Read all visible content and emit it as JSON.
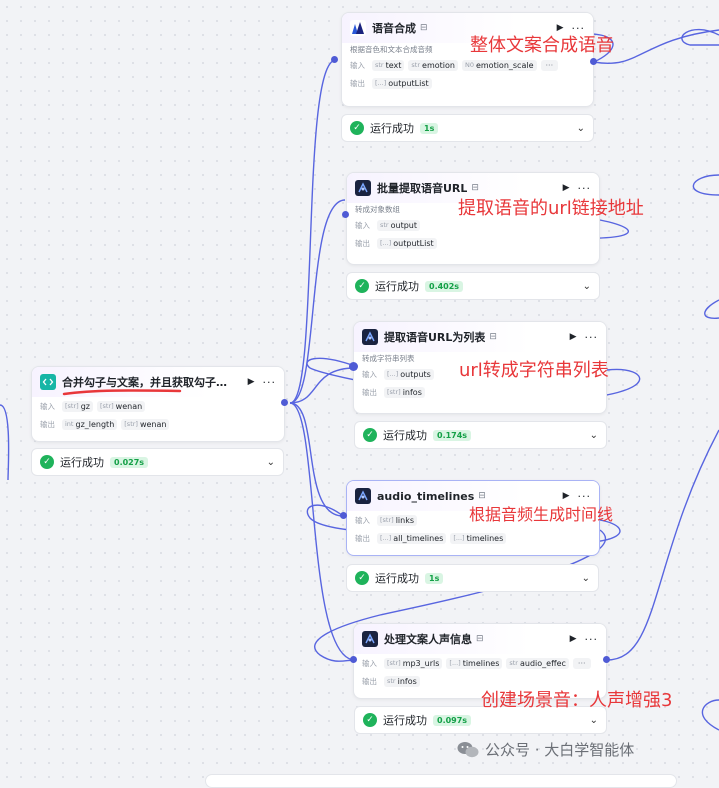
{
  "nodes": {
    "tts": {
      "title": "语音合成",
      "desc": "根据音色和文本合成音频",
      "input_label": "输入",
      "output_label": "输出",
      "inputs": [
        {
          "type": "str",
          "name": "text"
        },
        {
          "type": "str",
          "name": "emotion"
        },
        {
          "type": "N0",
          "name": "emotion_scale"
        }
      ],
      "more": "···",
      "outputs": [
        {
          "type": "[...]",
          "name": "outputList"
        }
      ],
      "status": "运行成功",
      "time": "1s"
    },
    "batch": {
      "title": "批量提取语音URL",
      "desc": "转成对象数组",
      "input_label": "输入",
      "output_label": "输出",
      "inputs": [
        {
          "type": "str",
          "name": "output"
        }
      ],
      "outputs": [
        {
          "type": "[...]",
          "name": "outputList"
        }
      ],
      "status": "运行成功",
      "time": "0.402s"
    },
    "tolist": {
      "title": "提取语音URL为列表",
      "desc": "转成字符串列表",
      "input_label": "输入",
      "output_label": "输出",
      "inputs": [
        {
          "type": "[...]",
          "name": "outputs"
        }
      ],
      "outputs": [
        {
          "type": "[str]",
          "name": "infos"
        }
      ],
      "status": "运行成功",
      "time": "0.174s"
    },
    "merge": {
      "title": "合并勾子与文案，并且获取勾子…",
      "input_label": "输入",
      "output_label": "输出",
      "inputs": [
        {
          "type": "[str]",
          "name": "gz"
        },
        {
          "type": "[str]",
          "name": "wenan"
        }
      ],
      "outputs": [
        {
          "type": "int",
          "name": "gz_length"
        },
        {
          "type": "[str]",
          "name": "wenan"
        }
      ],
      "status": "运行成功",
      "time": "0.027s"
    },
    "timelines": {
      "title": "audio_timelines",
      "input_label": "输入",
      "output_label": "输出",
      "inputs": [
        {
          "type": "[str]",
          "name": "links"
        }
      ],
      "outputs": [
        {
          "type": "[...]",
          "name": "all_timelines"
        },
        {
          "type": "[...]",
          "name": "timelines"
        }
      ],
      "status": "运行成功",
      "time": "1s"
    },
    "voice": {
      "title": "处理文案人声信息",
      "input_label": "输入",
      "output_label": "输出",
      "inputs": [
        {
          "type": "[str]",
          "name": "mp3_urls"
        },
        {
          "type": "[...]",
          "name": "timelines"
        },
        {
          "type": "str",
          "name": "audio_effec"
        }
      ],
      "more": "···",
      "outputs": [
        {
          "type": "str",
          "name": "infos"
        }
      ],
      "status": "运行成功",
      "time": "0.097s"
    }
  },
  "annotations": {
    "tts": "整体文案合成语音",
    "batch": "提取语音的url链接地址",
    "tolist": "url转成字符串列表",
    "timelines": "根据音频生成时间线",
    "voice": "创建场景音：人声增强3"
  },
  "watermark": "公众号 · 大白学智能体",
  "colors": {
    "accent": "#4f5bd5",
    "success": "#1fb35b",
    "annotation": "#e8373a"
  }
}
